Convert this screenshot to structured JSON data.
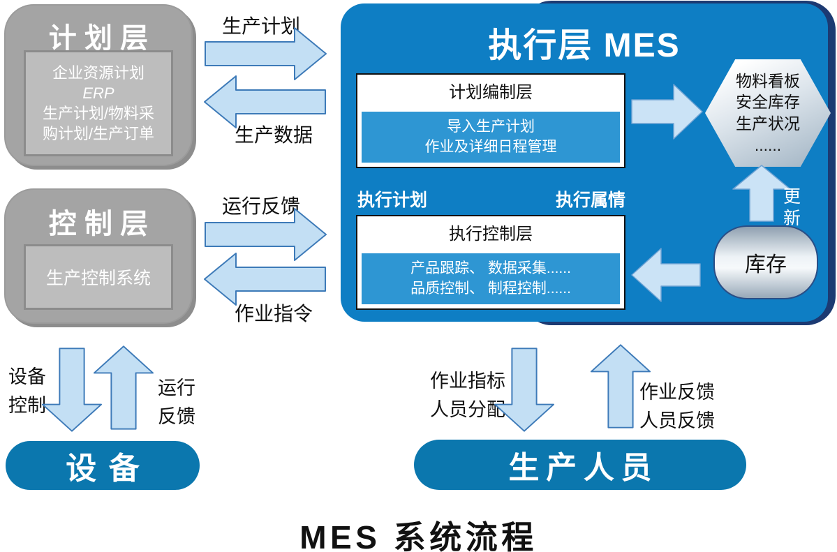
{
  "caption": "MES 系统流程",
  "planning_layer": {
    "title": "计划层",
    "lines": [
      "企业资源计划",
      "ERP",
      "生产计划/物料采",
      "购计划/生产订单"
    ]
  },
  "control_layer": {
    "title": "控制层",
    "system": "生产控制系统"
  },
  "mes": {
    "title": "执行层 MES",
    "plan_label": "执行计划",
    "status_label": "执行属情",
    "planning_box": {
      "header": "计划编制层",
      "lines": [
        "导入生产计划",
        "作业及详细日程管理"
      ]
    },
    "exec_box": {
      "header": "执行控制层",
      "lines": [
        "产品跟踪、 数据采集......",
        "品质控制、 制程控制......"
      ]
    },
    "kanban": {
      "lines": [
        "物料看板",
        "安全库存",
        "生产状况",
        "......"
      ]
    },
    "inventory": "库存",
    "update_label": "更新"
  },
  "flows": {
    "plan_to_mes": "生产计划",
    "mes_to_plan": "生产数据",
    "control_to_mes": "运行反馈",
    "mes_to_control": "作业指令",
    "device_down": [
      "设备",
      "控制"
    ],
    "device_up": [
      "运行",
      "反馈"
    ],
    "staff_down": [
      "作业指标",
      "人员分配"
    ],
    "staff_up": [
      "作业反馈",
      "人员反馈"
    ]
  },
  "entities": {
    "device": "设备",
    "staff": "生产人员"
  },
  "colors": {
    "mes_blue": "#0E7EC4",
    "navy_accent": "#1C3A72",
    "sub_box_blue": "#2E96D3",
    "arrow_light_blue": "#C3DFF4",
    "arrow_stroke": "#3D7AB8",
    "stadium_blue": "#0B77AE",
    "gray_box": "#A4A4A4",
    "gray_inner": "#BDBDBD"
  }
}
